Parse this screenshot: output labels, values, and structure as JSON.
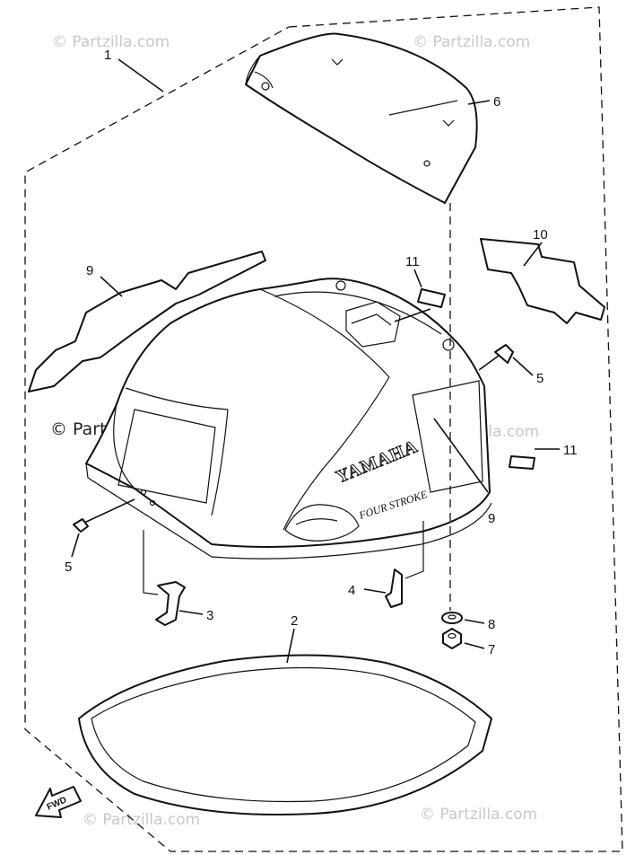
{
  "watermarks": {
    "top_left": "© Partzilla.com",
    "top_right": "© Partzilla.com",
    "middle_left": "© Partzilla.com",
    "middle_right": "© Partzilla.com",
    "bottom_left": "© Partzilla.com",
    "bottom_right": "© Partzilla.com"
  },
  "callouts": {
    "assembly": "1",
    "seal": "2",
    "bracket_left": "3",
    "bracket_right": "4",
    "screw_right": "5",
    "screw_left": "5",
    "top_cover": "6",
    "nut": "7",
    "washer": "8",
    "decal_left": "9",
    "decal_right": "9",
    "decal_side": "10",
    "label_top": "11",
    "label_side": "11"
  },
  "cowling_text": {
    "brand": "YAMAHA",
    "subtitle": "FOUR STROKE"
  },
  "fwd_arrow": "FWD"
}
